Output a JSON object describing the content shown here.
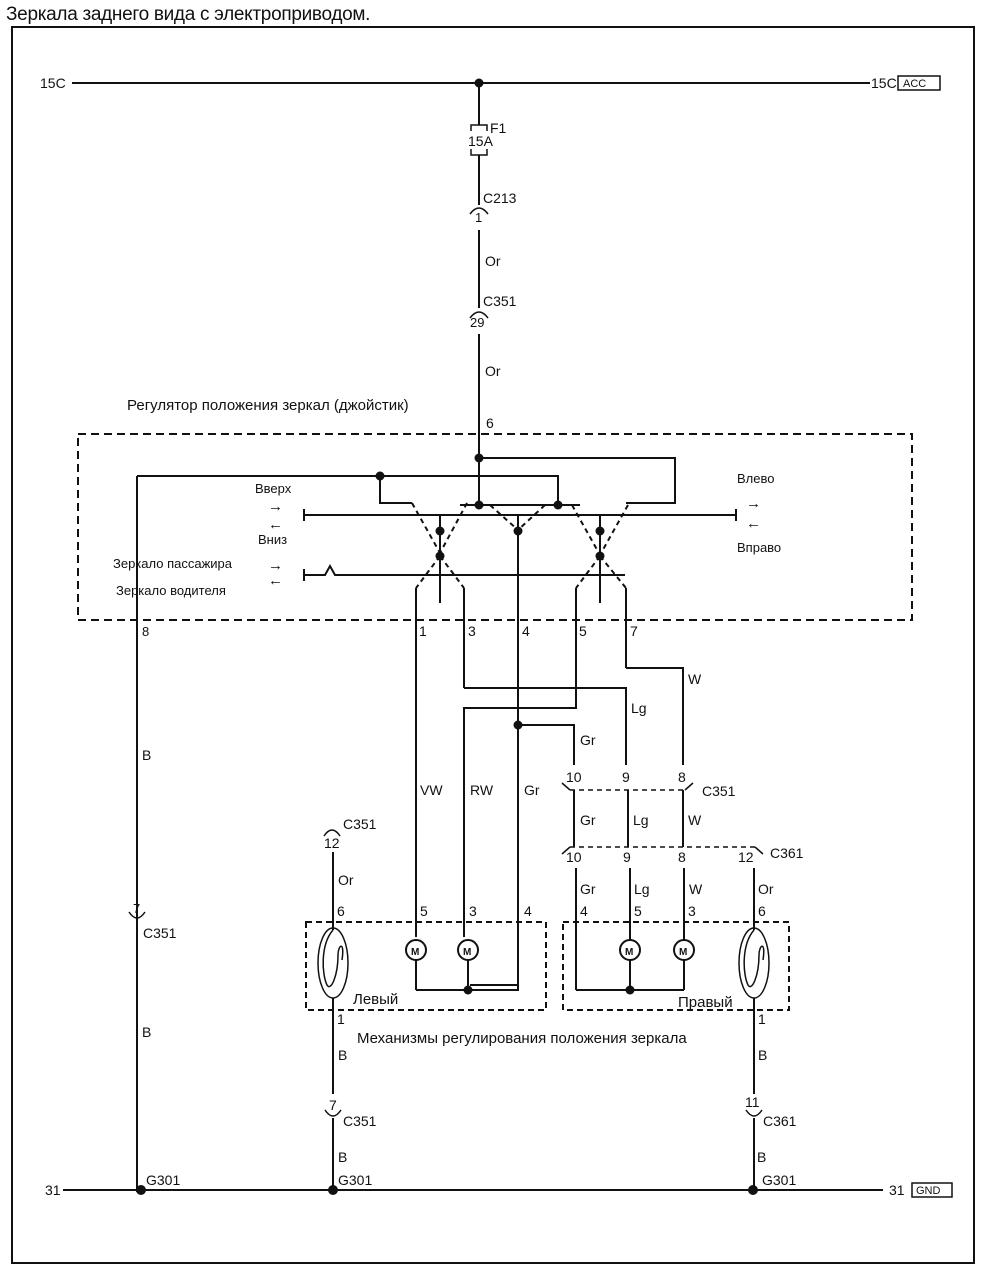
{
  "title": "Зеркала заднего вида с электроприводом.",
  "power": {
    "left_label": "15C",
    "right_label": "15C",
    "right_badge": "ACC"
  },
  "fuse": {
    "name": "F1",
    "rating": "15A"
  },
  "connectors": {
    "c213": {
      "name": "C213",
      "pin": "1"
    },
    "c351_top": {
      "name": "C351",
      "pin": "29"
    },
    "c351_mid": {
      "name": "C351",
      "pins": [
        "10",
        "9",
        "8"
      ]
    },
    "c361_mid": {
      "name": "C361",
      "pins": [
        "10",
        "9",
        "8",
        "12"
      ]
    },
    "c351_left_mirror": {
      "name": "C351",
      "pin": "12"
    },
    "c351_left_ground": {
      "name": "C351",
      "pin": "7"
    },
    "c351_switch_ground": {
      "name": "C351",
      "pin": "7"
    },
    "c361_right_ground": {
      "name": "C361",
      "pin": "11"
    }
  },
  "wires": {
    "or1": "Or",
    "or2": "Or",
    "b_switch_1": "B",
    "b_switch_2": "B",
    "vw": "VW",
    "rw": "RW",
    "gr_main": "Gr",
    "w_top": "W",
    "lg_top": "Lg",
    "gr_top": "Gr",
    "gr_mid": "Gr",
    "lg_mid": "Lg",
    "w_mid": "W",
    "gr_low": "Gr",
    "lg_low": "Lg",
    "w_low": "W",
    "or_right": "Or",
    "or_left": "Or",
    "b_left_1": "B",
    "b_left_2": "B",
    "b_right_1": "B",
    "b_right_2": "B"
  },
  "switch": {
    "title": "Регулятор положения зеркал (джойстик)",
    "pin_supply": "6",
    "pin_ground": "8",
    "pins_out": [
      "1",
      "3",
      "4",
      "5",
      "7"
    ],
    "up": "Вверх",
    "down": "Вниз",
    "left": "Влево",
    "right": "Вправо",
    "passenger": "Зеркало пассажира",
    "driver": "Зеркало водителя"
  },
  "mirrors": {
    "caption": "Механизмы регулирования положения зеркала",
    "left": {
      "label": "Левый",
      "pins": [
        "6",
        "5",
        "3",
        "4"
      ],
      "heater_pin_bottom": "1",
      "motor": "M"
    },
    "right": {
      "label": "Правый",
      "pins": [
        "4",
        "5",
        "3",
        "6"
      ],
      "heater_pin_bottom": "1",
      "motor": "M"
    }
  },
  "ground": {
    "left_label": "31",
    "right_label": "31",
    "right_badge": "GND",
    "points": [
      "G301",
      "G301",
      "G301"
    ]
  }
}
